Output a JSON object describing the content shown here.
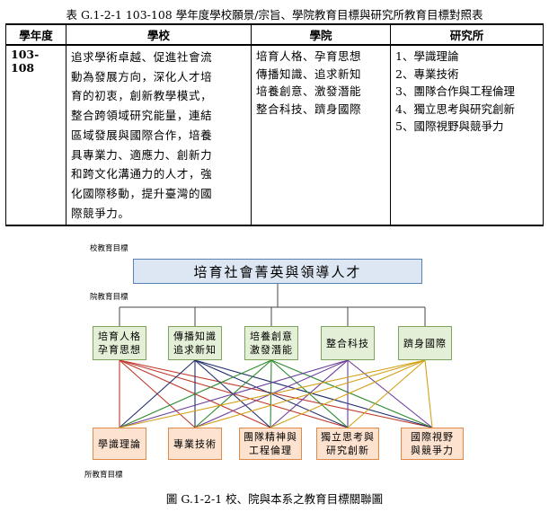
{
  "table_caption": "表 G.1-2-1    103-108 學年度學校願景/宗旨、學院教育目標與研究所教育目標對照表",
  "table": {
    "headers": [
      "學年度",
      "學校",
      "學院",
      "研究所"
    ],
    "year": "103-108",
    "school_lines": [
      "追求學術卓越、促進社會流",
      "動為發展方向，深化人才培",
      "育的初衷，創新教學模式，",
      "整合跨領域研究能量，連結",
      "區域發展與國際合作，培養",
      "具專業力、適應力、創新力",
      "和跨文化溝通力的人才，強",
      "化國際移動，提升臺灣的國",
      "際競爭力。"
    ],
    "college_lines": [
      "培育人格、孕育思想",
      "傳播知識、追求新知",
      "培養創意、激發潛能",
      "整合科技、躋身國際"
    ],
    "dept_items": [
      "1、學識理論",
      "2、專業技術",
      "3、團隊合作與工程倫理",
      "4、獨立思考與研究創新",
      "5、國際視野與競爭力"
    ]
  },
  "diagram": {
    "school_label": "校教育目標",
    "school_goal": "培育社會菁英與領導人才",
    "college_label": "院教育目標",
    "college_goals": [
      [
        "培育人格",
        "孕育思想"
      ],
      [
        "傳播知識",
        "追求新知"
      ],
      [
        "培養創意",
        "激發潛能"
      ],
      [
        "整合科技"
      ],
      [
        "躋身國際"
      ]
    ],
    "dept_label": "所教育目標",
    "dept_goals": [
      [
        "學識理論"
      ],
      [
        "專業技術"
      ],
      [
        "團隊精神與",
        "工程倫理"
      ],
      [
        "獨立思考與",
        "研究創新"
      ],
      [
        "國際視野",
        "與競爭力"
      ]
    ],
    "colors": {
      "top_fill": "#dde7f3",
      "top_border": "#5a7fb3",
      "college_fill": "#e3efd6",
      "college_border": "#7ea35a",
      "dept_fill": "#fce2cf",
      "dept_border": "#e08a4a"
    }
  },
  "figure_caption": "圖 G.1-2-1 校、院與本系之教育目標關聯圖"
}
